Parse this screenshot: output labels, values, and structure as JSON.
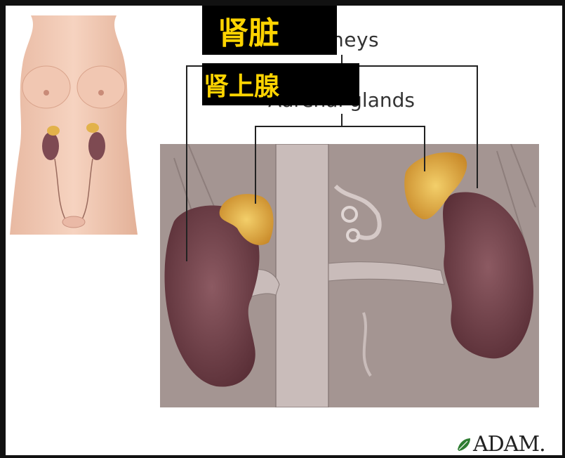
{
  "labels": {
    "kidneys": "neys",
    "adrenal_glands": "Adrenal glands"
  },
  "overlays": {
    "kidney_zh": "肾脏",
    "adrenal_zh": "肾上腺"
  },
  "logo": {
    "text": "ADAM."
  },
  "colors": {
    "overlay_bg": "#000000",
    "overlay_text": "#ffd400",
    "kidney": "#7a4a52",
    "adrenal": "#e2b24a",
    "background_tissue": "#9a8a88"
  }
}
